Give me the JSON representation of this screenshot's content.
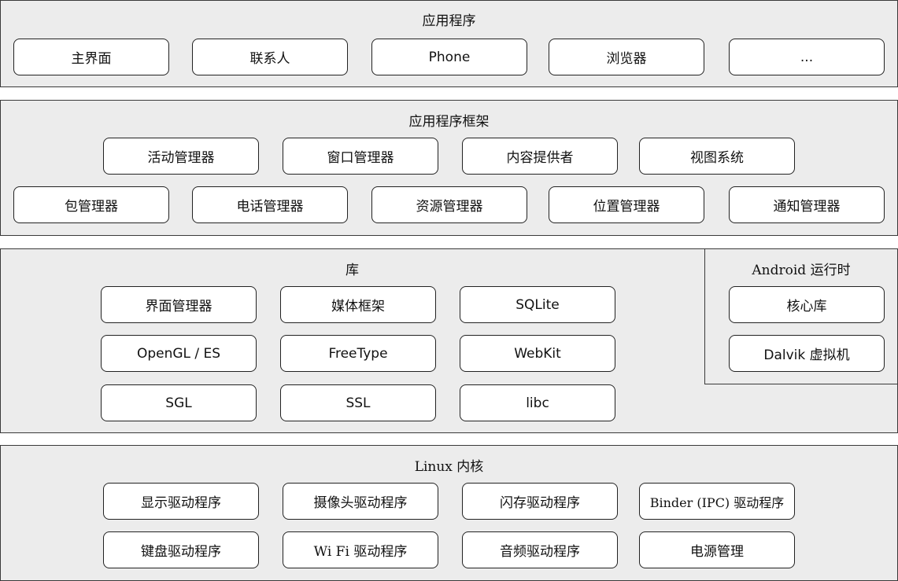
{
  "layers": {
    "apps": {
      "title": "应用程序",
      "items": [
        "主界面",
        "联系人",
        "Phone",
        "浏览器",
        "..."
      ]
    },
    "framework": {
      "title": "应用程序框架",
      "row1": [
        "活动管理器",
        "窗口管理器",
        "内容提供者",
        "视图系统"
      ],
      "row2": [
        "包管理器",
        "电话管理器",
        "资源管理器",
        "位置管理器",
        "通知管理器"
      ]
    },
    "libraries": {
      "title": "库",
      "items": [
        "界面管理器",
        "媒体框架",
        "SQLite",
        "OpenGL / ES",
        "FreeType",
        "WebKit",
        "SGL",
        "SSL",
        "libc"
      ]
    },
    "runtime": {
      "title": "Android 运行时",
      "items": [
        "核心库",
        "Dalvik 虚拟机"
      ]
    },
    "kernel": {
      "title": "Linux 内核",
      "row1": [
        "显示驱动程序",
        "摄像头驱动程序",
        "闪存驱动程序",
        "Binder (IPC) 驱动程序"
      ],
      "row2": [
        "键盘驱动程序",
        "Wi Fi 驱动程序",
        "音频驱动程序",
        "电源管理"
      ]
    }
  }
}
